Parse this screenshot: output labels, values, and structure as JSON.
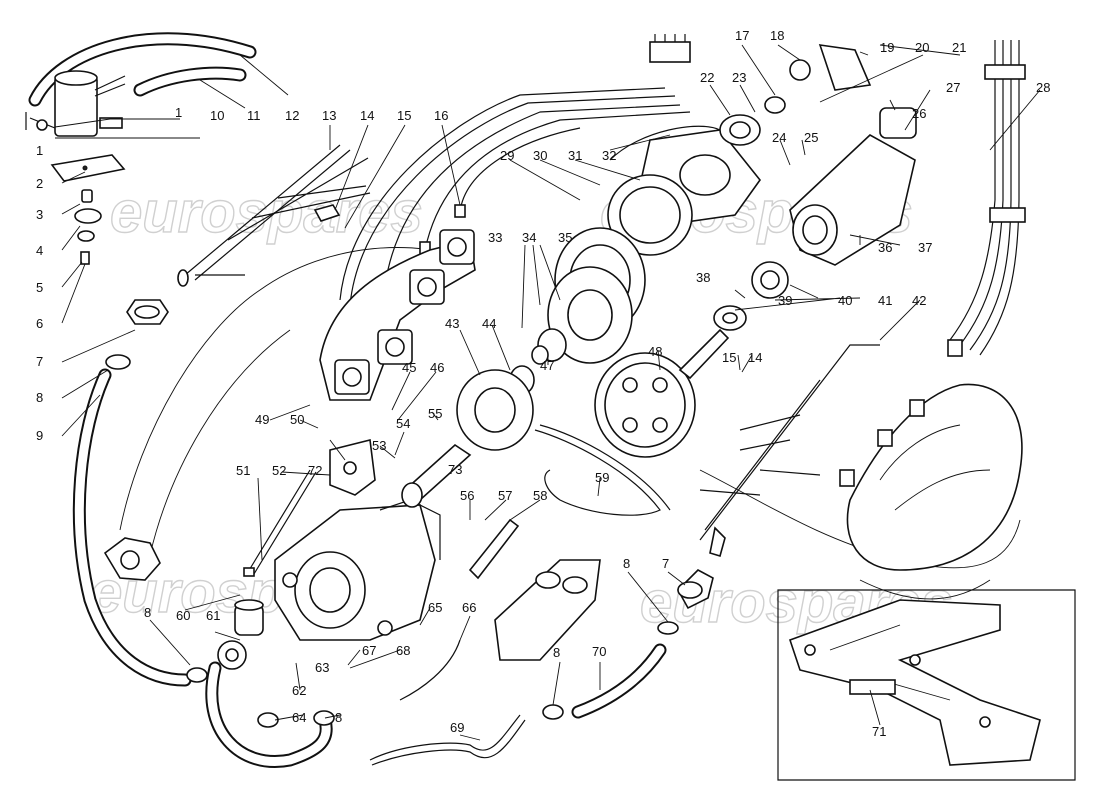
{
  "watermark": "eurospares",
  "callouts": [
    "1",
    "1",
    "2",
    "3",
    "4",
    "5",
    "6",
    "7",
    "8",
    "9",
    "10",
    "11",
    "12",
    "13",
    "14",
    "15",
    "16",
    "17",
    "18",
    "19",
    "20",
    "21",
    "22",
    "23",
    "24",
    "25",
    "26",
    "27",
    "28",
    "29",
    "30",
    "31",
    "32",
    "33",
    "34",
    "35",
    "36",
    "37",
    "38",
    "39",
    "40",
    "41",
    "42",
    "43",
    "44",
    "45",
    "46",
    "47",
    "48",
    "49",
    "50",
    "51",
    "52",
    "53",
    "54",
    "55",
    "56",
    "57",
    "58",
    "59",
    "60",
    "61",
    "62",
    "63",
    "64",
    "65",
    "66",
    "67",
    "68",
    "69",
    "70",
    "71",
    "72",
    "73",
    "7",
    "8",
    "8",
    "8",
    "8",
    "15",
    "14"
  ]
}
